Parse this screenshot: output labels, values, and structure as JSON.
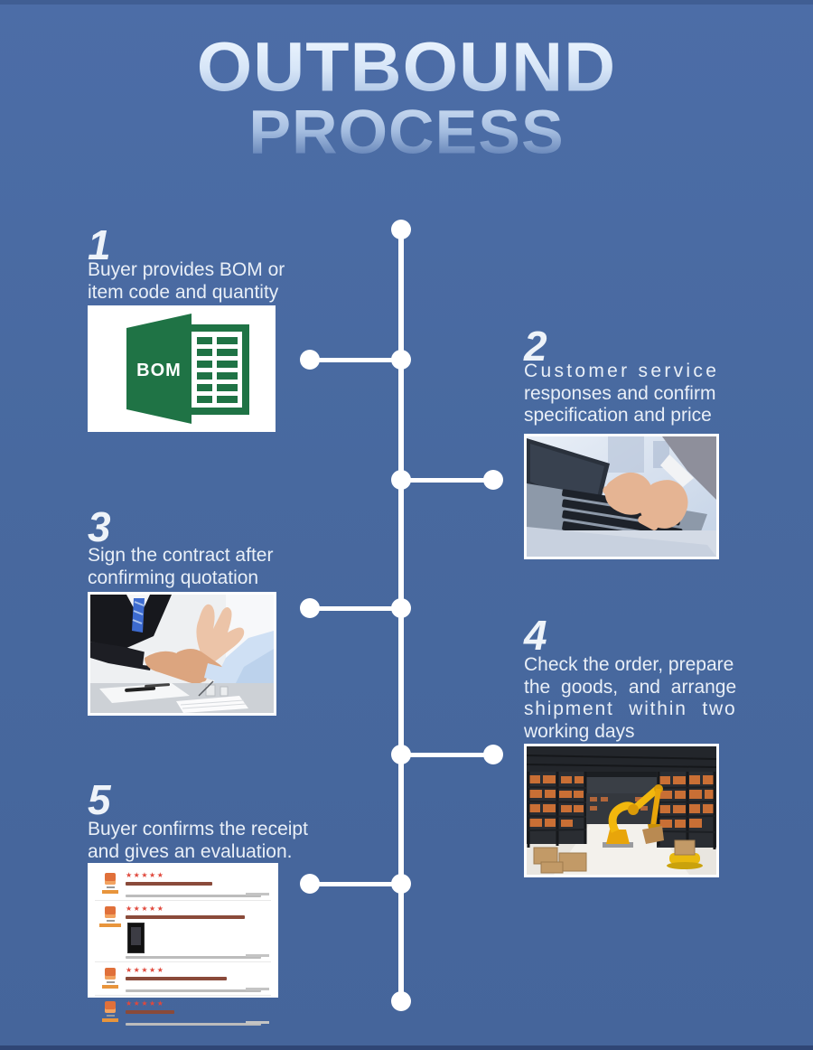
{
  "title": {
    "line1": "OUTBOUND",
    "line2": "PROCESS"
  },
  "steps": [
    {
      "number": "1",
      "text": "Buyer provides BOM or item code and quantity",
      "lines": [
        "Buyer provides BOM or",
        "item code and quantity"
      ],
      "image": "bom-spreadsheet-icon",
      "bom_label": "BOM"
    },
    {
      "number": "2",
      "text": "Customer service responses and confirm specification and price",
      "lines": [
        "Customer service",
        "responses and confirm",
        "specification and price"
      ],
      "image": "customer-service-typing-photo"
    },
    {
      "number": "3",
      "text": "Sign the contract after confirming quotation",
      "lines": [
        "Sign the contract after",
        "confirming quotation"
      ],
      "image": "contract-handshake-photo"
    },
    {
      "number": "4",
      "text": "Check the order, prepare the goods, and arrange shipment within two working days",
      "lines": [
        "Check the order, prepare",
        "the goods, and arrange",
        "shipment within two",
        "working days"
      ],
      "image": "warehouse-robot-photo"
    },
    {
      "number": "5",
      "text": "Buyer confirms the receipt and gives an evaluation.",
      "lines": [
        "Buyer confirms the receipt",
        "and gives an evaluation."
      ],
      "image": "buyer-reviews-screenshot"
    }
  ],
  "reviews": {
    "stars": "★★★★★",
    "row_count": 4
  },
  "colors": {
    "background": "#48699f",
    "timeline": "#ffffff",
    "step_text": "#e9eff7",
    "excel_green": "#1f7345",
    "star_red": "#e0483c",
    "robot_yellow": "#f2b70d",
    "review_badge_orange": "#e0703a"
  }
}
